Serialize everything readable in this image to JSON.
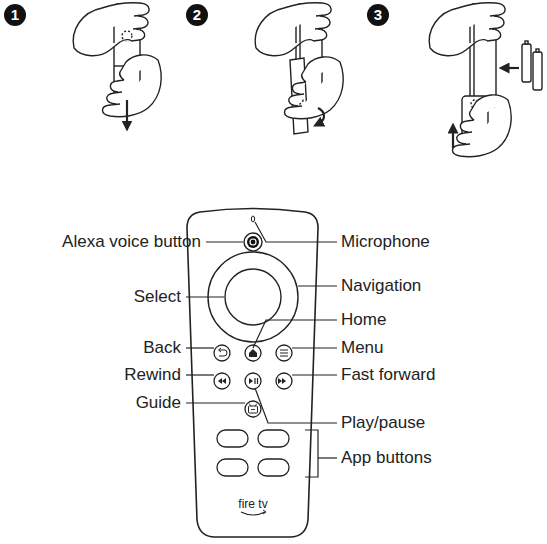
{
  "diagram": {
    "labels": [
      "1",
      "2",
      "3",
      "Alexa voice button",
      "Microphone",
      "Select",
      "Navigation",
      "Home",
      "Back",
      "Menu",
      "Rewind",
      "Fast forward",
      "Guide",
      "Play/pause",
      "App buttons",
      "fire tv"
    ]
  }
}
